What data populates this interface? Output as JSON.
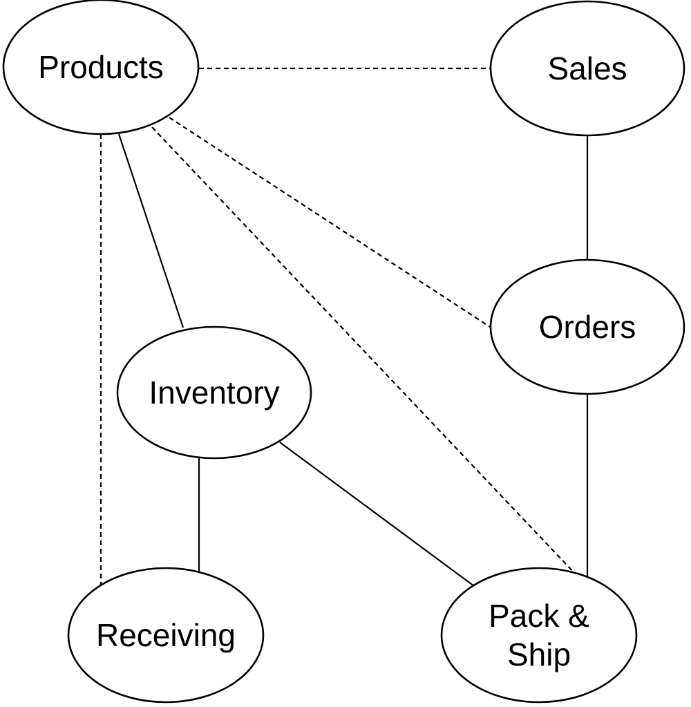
{
  "nodes": [
    {
      "id": "products",
      "lines": [
        "Products"
      ]
    },
    {
      "id": "sales",
      "lines": [
        "Sales"
      ]
    },
    {
      "id": "orders",
      "lines": [
        "Orders"
      ]
    },
    {
      "id": "inventory",
      "lines": [
        "Inventory"
      ]
    },
    {
      "id": "receiving",
      "lines": [
        "Receiving"
      ]
    },
    {
      "id": "pack-ship",
      "lines": [
        "Pack &",
        "Ship"
      ]
    }
  ],
  "edges": [
    {
      "from": "products",
      "to": "sales",
      "style": "dashed"
    },
    {
      "from": "products",
      "to": "inventory",
      "style": "solid"
    },
    {
      "from": "products",
      "to": "receiving",
      "style": "dashed"
    },
    {
      "from": "products",
      "to": "orders",
      "style": "dashed"
    },
    {
      "from": "products",
      "to": "pack-ship",
      "style": "dashed"
    },
    {
      "from": "sales",
      "to": "orders",
      "style": "solid"
    },
    {
      "from": "orders",
      "to": "pack-ship",
      "style": "solid"
    },
    {
      "from": "inventory",
      "to": "receiving",
      "style": "solid"
    },
    {
      "from": "inventory",
      "to": "pack-ship",
      "style": "solid"
    }
  ]
}
